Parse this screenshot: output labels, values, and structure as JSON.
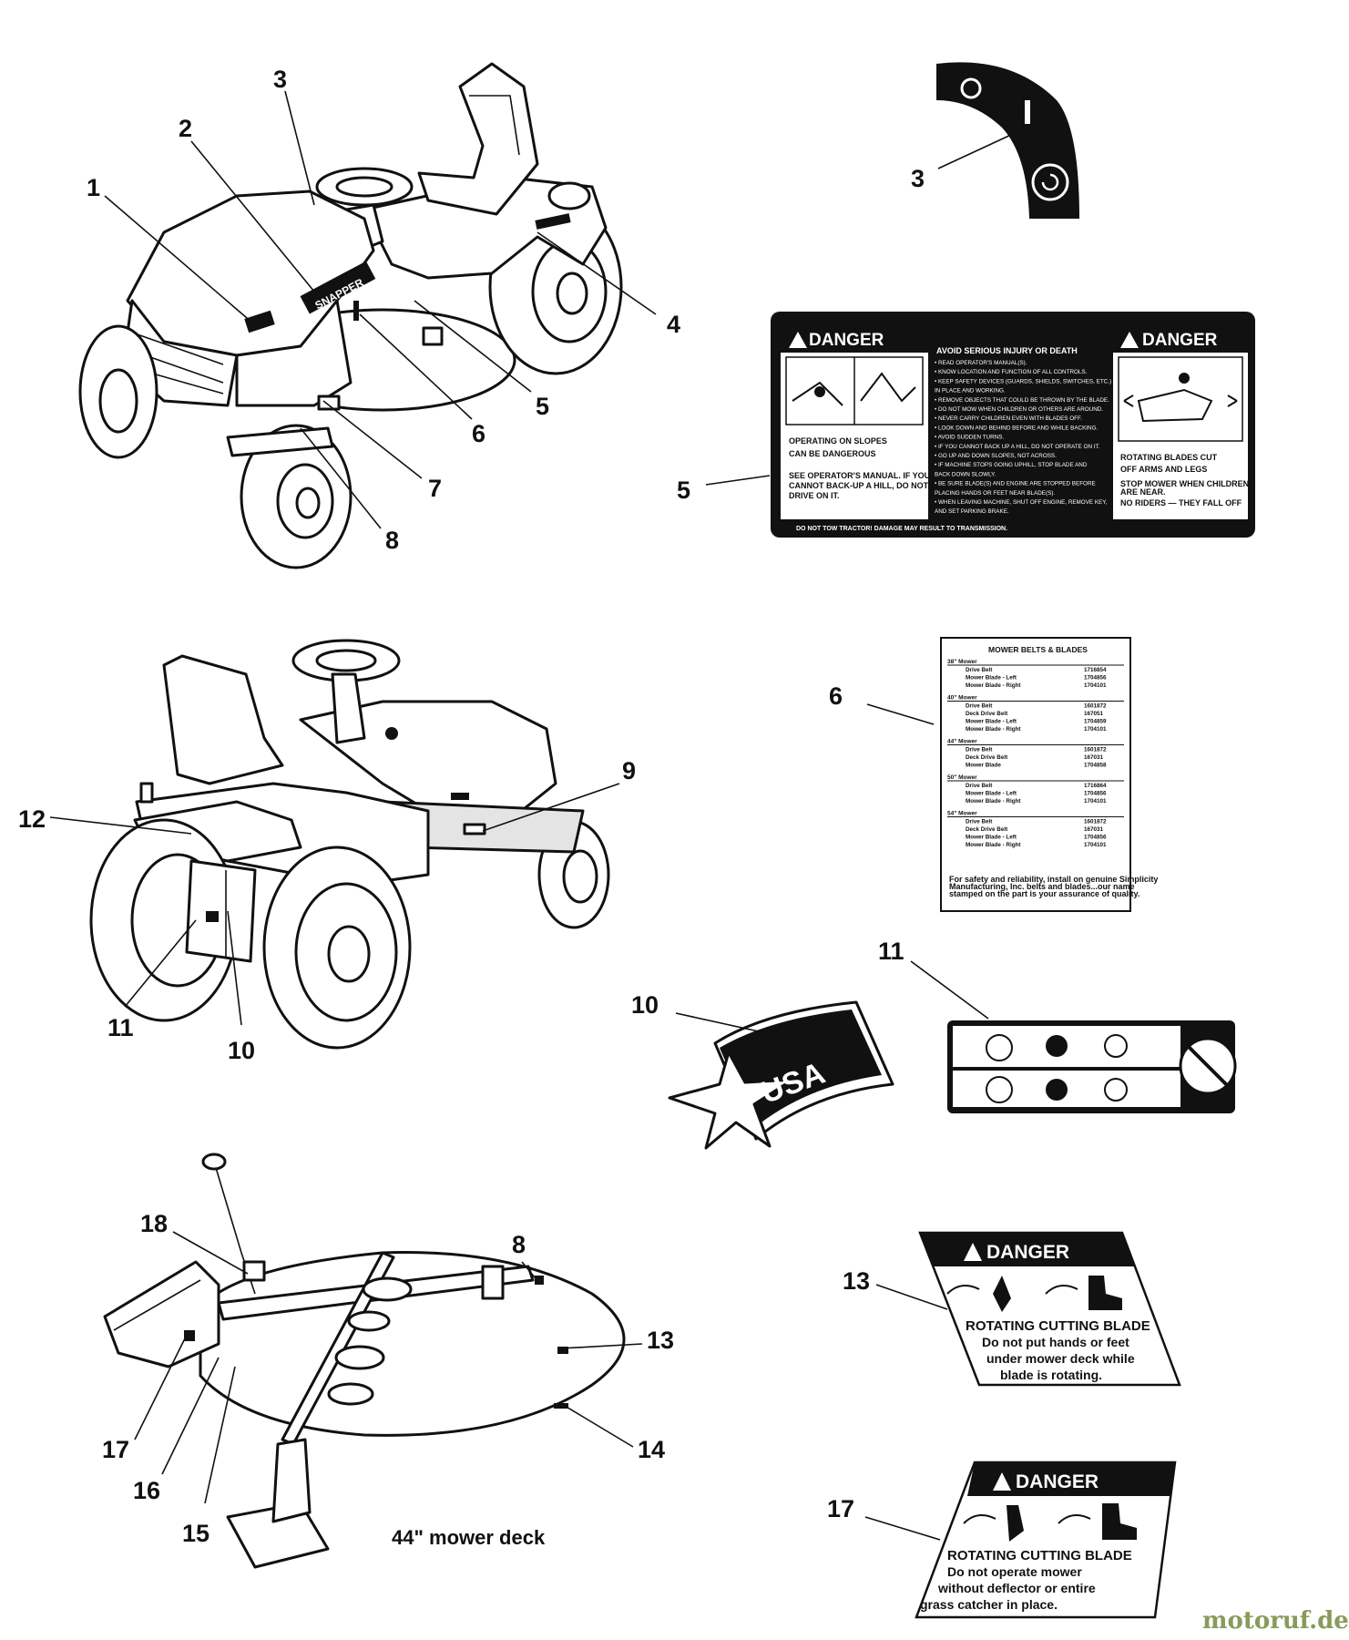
{
  "callouts": {
    "c1": "1",
    "c2": "2",
    "c3a": "3",
    "c4": "4",
    "c5a": "5",
    "c6a": "6",
    "c7": "7",
    "c8a": "8",
    "c3b": "3",
    "c5b": "5",
    "c6b": "6",
    "c9": "9",
    "c10a": "10",
    "c11a": "11",
    "c12": "12",
    "c10b": "10",
    "c11b": "11",
    "c18": "18",
    "c8b": "8",
    "c13a": "13",
    "c14": "14",
    "c15": "15",
    "c16": "16",
    "c17a": "17",
    "c13b": "13",
    "c17b": "17"
  },
  "decal_5": {
    "left_heading": "DANGER",
    "left_text1": "OPERATING ON SLOPES",
    "left_text2": "CAN BE DANGEROUS",
    "left_small1": "SEE OPERATOR'S MANUAL. IF YOU",
    "left_small2": "CANNOT BACK-UP A HILL, DO NOT",
    "left_small3": "DRIVE ON IT.",
    "center_heading": "AVOID SERIOUS INJURY OR DEATH",
    "center_lines": [
      "• READ OPERATOR'S MANUAL(S).",
      "• KNOW LOCATION AND FUNCTION OF ALL CONTROLS.",
      "• KEEP SAFETY DEVICES (GUARDS, SHIELDS, SWITCHES, ETC.)",
      "  IN PLACE AND WORKING.",
      "• REMOVE OBJECTS THAT COULD BE THROWN BY THE BLADE.",
      "• DO NOT MOW WHEN CHILDREN OR OTHERS ARE AROUND.",
      "• NEVER CARRY CHILDREN EVEN WITH BLADES OFF.",
      "• LOOK DOWN AND BEHIND BEFORE AND WHILE BACKING.",
      "• AVOID SUDDEN TURNS.",
      "• IF YOU CANNOT BACK UP A HILL, DO NOT OPERATE ON IT.",
      "• GO UP AND DOWN SLOPES, NOT ACROSS.",
      "• IF MACHINE STOPS GOING UPHILL, STOP BLADE AND",
      "  BACK DOWN SLOWLY.",
      "• BE SURE BLADE(S) AND ENGINE ARE STOPPED BEFORE",
      "  PLACING HANDS OR FEET NEAR BLADE(S).",
      "• WHEN LEAVING MACHINE, SHUT OFF ENGINE, REMOVE KEY,",
      "  AND SET PARKING BRAKE."
    ],
    "right_heading": "DANGER",
    "right_text1": "ROTATING BLADES CUT",
    "right_text2": "OFF ARMS AND LEGS",
    "right_small1": "STOP MOWER WHEN CHILDREN",
    "right_small2": "ARE NEAR.",
    "right_small3": "NO RIDERS — THEY FALL OFF",
    "footer": "DO NOT TOW TRACTOR! DAMAGE MAY RESULT TO TRANSMISSION."
  },
  "decal_6": {
    "title": "MOWER BELTS & BLADES",
    "groups": [
      {
        "name": "38\" Mower",
        "rows": [
          [
            "Drive Belt",
            "1716854"
          ],
          [
            "Mower Blade - Left",
            "1704856"
          ],
          [
            "Mower Blade - Right",
            "1704101"
          ]
        ]
      },
      {
        "name": "40\" Mower",
        "rows": [
          [
            "Drive Belt",
            "1601872"
          ],
          [
            "Deck Drive Belt",
            "167051"
          ],
          [
            "Mower Blade - Left",
            "1704859"
          ],
          [
            "Mower Blade - Right",
            "1704101"
          ]
        ]
      },
      {
        "name": "44\" Mower",
        "rows": [
          [
            "Drive Belt",
            "1601872"
          ],
          [
            "Deck Drive Belt",
            "167031"
          ],
          [
            "Mower Blade",
            "1704858"
          ]
        ]
      },
      {
        "name": "50\" Mower",
        "rows": [
          [
            "Drive Belt",
            "1716864"
          ],
          [
            "Mower Blade - Left",
            "1704856"
          ],
          [
            "Mower Blade - Right",
            "1704101"
          ]
        ]
      },
      {
        "name": "54\" Mower",
        "rows": [
          [
            "Drive Belt",
            "1601872"
          ],
          [
            "Deck Drive Belt",
            "167031"
          ],
          [
            "Mower Blade - Left",
            "1704856"
          ],
          [
            "Mower Blade - Right",
            "1704101"
          ]
        ]
      }
    ],
    "footer1": "For safety and reliability, install on genuine Simplicity",
    "footer2": "Manufacturing, Inc. belts and blades...our name",
    "footer3": "stamped on the part is your assurance of quality."
  },
  "decal_10": {
    "text": "USA"
  },
  "decal_13": {
    "heading": "DANGER",
    "line1": "ROTATING CUTTING BLADE",
    "line2": "Do not put hands or feet",
    "line3": "under mower deck while",
    "line4": "blade is rotating."
  },
  "decal_17": {
    "heading": "DANGER",
    "line1": "ROTATING CUTTING BLADE",
    "line2": "Do not operate mower",
    "line3": "without deflector or entire",
    "line4": "grass catcher in place."
  },
  "tractor_brand": "SNAPPER",
  "deck_caption": "44\" mower deck",
  "watermark": "motoruf.de"
}
